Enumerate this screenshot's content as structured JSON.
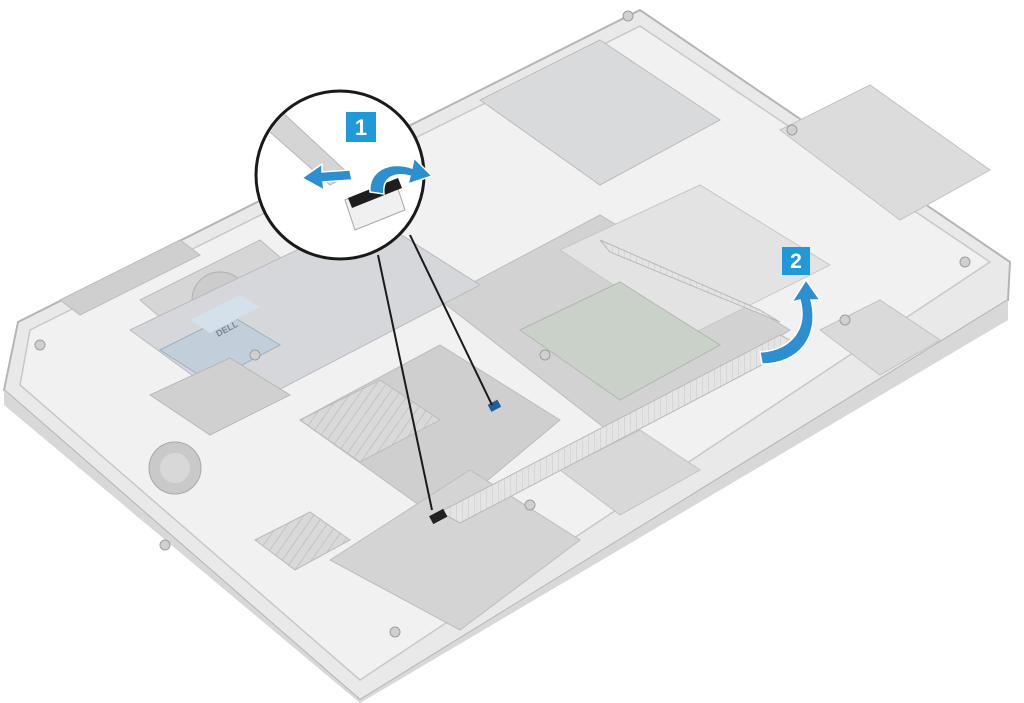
{
  "figure": {
    "steps": [
      {
        "number": "1"
      },
      {
        "number": "2"
      }
    ],
    "colors": {
      "step_badge": "#1f9ad6",
      "arrow": "#2d8fd0",
      "chassis": "#eeeeee",
      "chassis_edge": "#b7b7b7",
      "leader_line": "#1a1a1a"
    },
    "icons": [
      "release-arrow-icon",
      "lift-arrow-icon",
      "latch-flip-icon"
    ],
    "markings": {
      "board_logo": "DELL"
    }
  }
}
